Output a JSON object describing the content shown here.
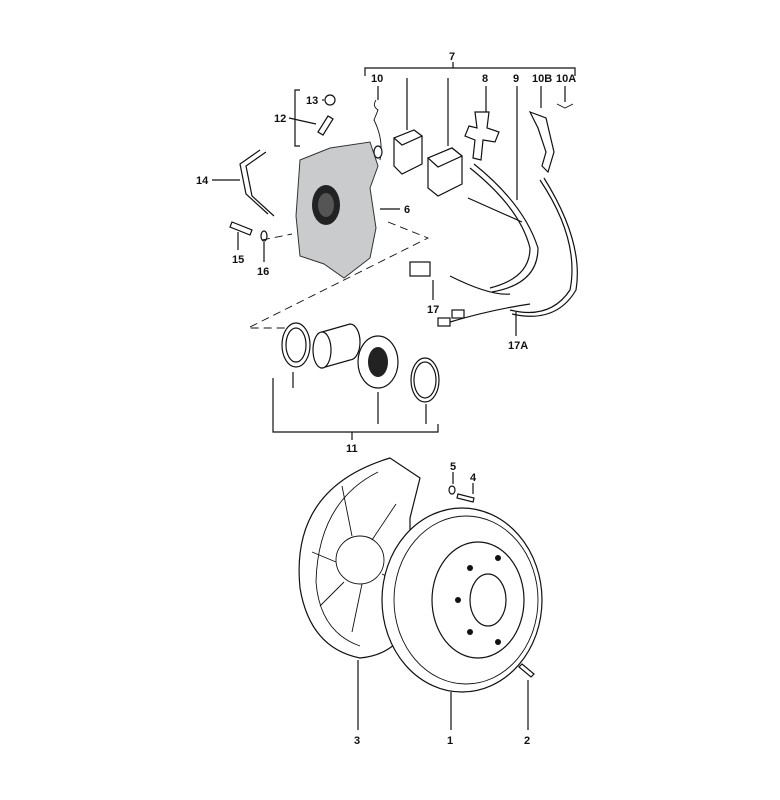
{
  "diagram": {
    "type": "exploded parts diagram - front brake assembly",
    "callouts": {
      "c1": "1",
      "c2": "2",
      "c3": "3",
      "c4": "4",
      "c5": "5",
      "c6": "6",
      "c7": "7",
      "c8": "8",
      "c9": "9",
      "c10": "10",
      "c10b": "10B",
      "c10a": "10A",
      "c11": "11",
      "c12": "12",
      "c13": "13",
      "c14": "14",
      "c15": "15",
      "c16": "16",
      "c17": "17",
      "c17a": "17A"
    }
  }
}
